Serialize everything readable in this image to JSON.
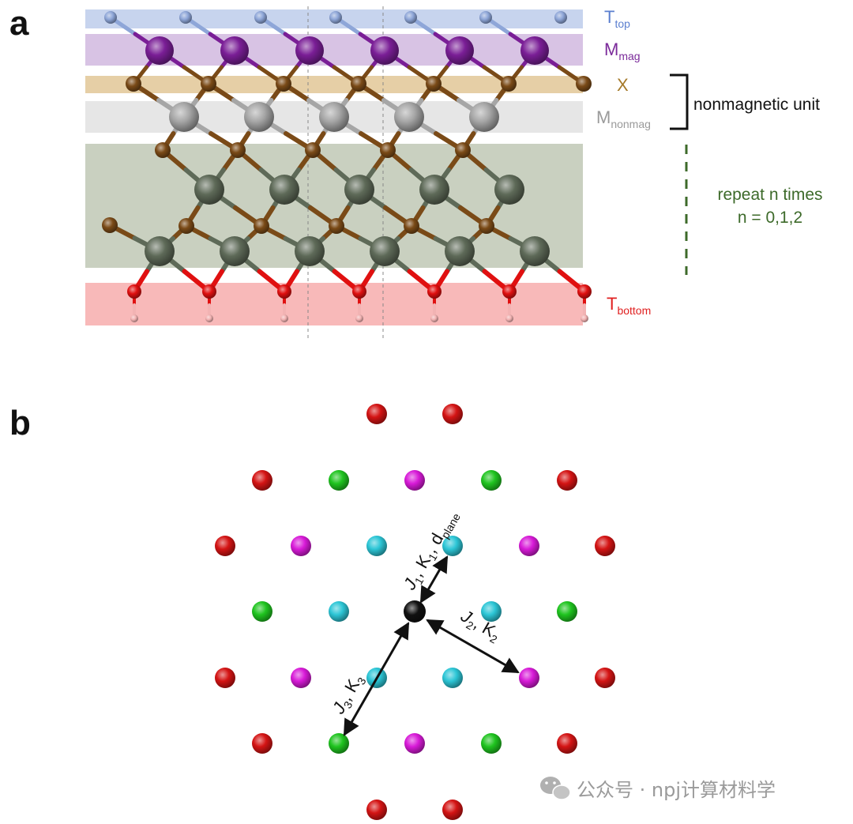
{
  "panel_a": {
    "label": "a",
    "layers": {
      "top": {
        "main": "T",
        "sub": "top",
        "color": "#5b7fcf"
      },
      "mag": {
        "main": "M",
        "sub": "mag",
        "color": "#7b2b9a"
      },
      "x": {
        "main": "X",
        "sub": "",
        "color": "#a57a2a"
      },
      "nonmag": {
        "main": "M",
        "sub": "nonmag",
        "color": "#9a9a9a"
      },
      "bottom": {
        "main": "T",
        "sub": "bottom",
        "color": "#e02020"
      }
    },
    "nonmagnetic_unit_label": "nonmagnetic unit",
    "repeat_line1": "repeat n times",
    "repeat_line2": "n = 0,1,2",
    "repeat_color": "#3d6a2a"
  },
  "panel_b": {
    "label": "b",
    "j1_label": {
      "t1": "J",
      "s1": "1",
      "t2": ", K",
      "s2": "1",
      "t3": ", d",
      "s3": "plane"
    },
    "j2_label": {
      "t1": "J",
      "s1": "2",
      "t2": ", K",
      "s2": "2"
    },
    "j3_label": {
      "t1": "J",
      "s1": "3",
      "t2": ", K",
      "s2": "3"
    }
  },
  "watermark": "公众号 · npj计算材料学",
  "colors": {
    "red": "#d41414",
    "green": "#1fc41f",
    "magenta": "#d81ad8",
    "cyan": "#2cc6d6",
    "black": "#111111",
    "purple": "#7a1e96",
    "brown": "#7a4a17",
    "silver": "#a6a6a6",
    "gray": "#5e6a58",
    "oxygen": "#e01010",
    "hydrogen": "#f2b3b3",
    "lightblue": "#8ea6d8"
  }
}
